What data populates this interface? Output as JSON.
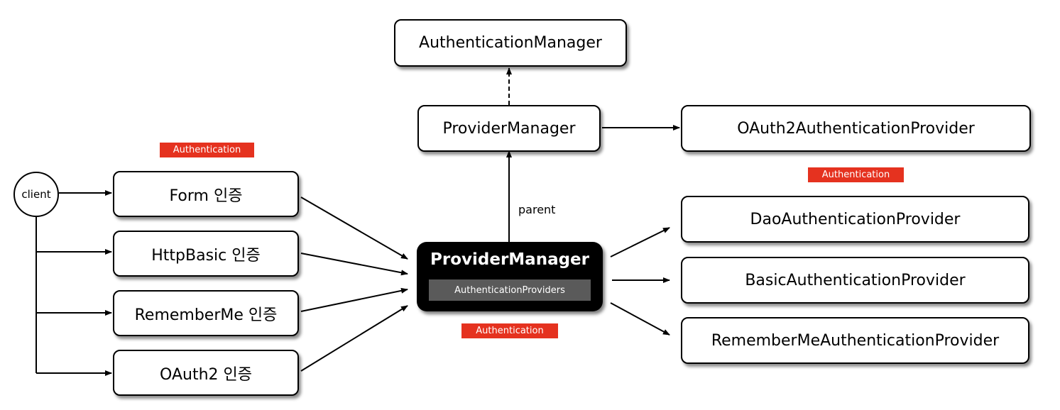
{
  "client": "client",
  "top": {
    "authentication_manager": "AuthenticationManager",
    "provider_manager": "ProviderManager",
    "oauth2_provider": "OAuth2AuthenticationProvider"
  },
  "auth_methods": [
    "Form 인증",
    "HttpBasic 인증",
    "RememberMe 인증",
    "OAuth2 인증"
  ],
  "central": {
    "title": "ProviderManager",
    "subtitle": "AuthenticationProviders"
  },
  "parent_label": "parent",
  "providers": [
    "DaoAuthenticationProvider",
    "BasicAuthenticationProvider",
    "RememberMeAuthenticationProvider"
  ],
  "tags": {
    "left": "Authentication",
    "right": "Authentication",
    "center": "Authentication"
  },
  "colors": {
    "tag": "#e5321f",
    "central_bg": "#000000",
    "central_sub": "#5a5a5a"
  }
}
